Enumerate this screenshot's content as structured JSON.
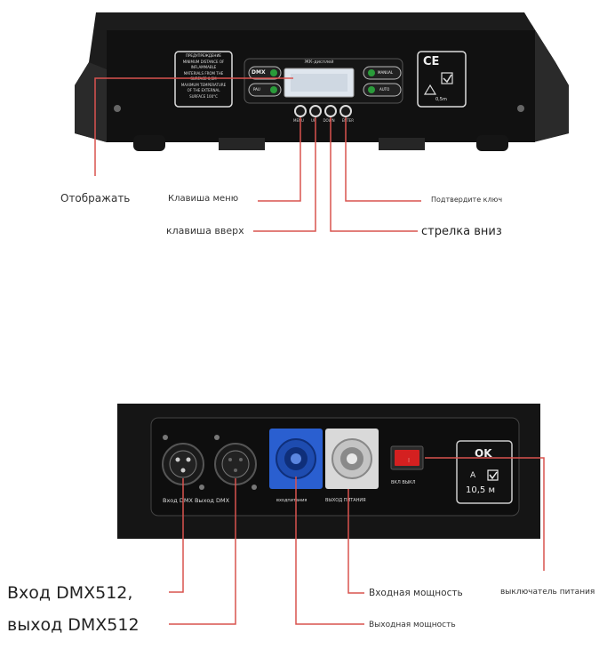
{
  "top_panel": {
    "lcd_caption": "ЖК-дисплей",
    "warning_lines": [
      "ПРЕДУПРЕЖДЕНИЕ",
      "MINIMUM DISTANCE OF",
      "INFLAMMABLE",
      "MATERIALS FROM THE",
      "SURFACE 0,5M",
      "MAXIMUM TEMPERATURE",
      "OF THE EXTERNAL",
      "SURFACE 100°C"
    ],
    "btn_dmx": "DMX",
    "btn_pau": "PAU",
    "btn_manual": "MANUAL",
    "btn_auto": "AUTO",
    "key_labels": [
      "MENU",
      "UP",
      "DOWN",
      "ENTER"
    ],
    "ce_mark": "CE",
    "distance": "0,5m"
  },
  "top_labels": {
    "display": "Отображать",
    "menu_key": "Клавиша меню",
    "up_key": "клавиша вверх",
    "confirm_key": "Подтвердите ключ",
    "down_arrow": "стрелка вниз"
  },
  "bottom_panel": {
    "dmx_caption": "Вход DMX Выход DMX",
    "power_in_caption": "входпитания",
    "power_out_caption": "ВЫХОД ПИТАНИЯ",
    "switch_caption": "ВКЛ ВЫКЛ",
    "ok_text": "OK",
    "a_text": "A",
    "dist_text": "10,5 м"
  },
  "bottom_labels": {
    "dmx_line1": "Вход DMX512,",
    "dmx_line2": "выход DMX512",
    "power_input": "Входная мощность",
    "power_output": "Выходная мощность",
    "power_switch": "выключатель питания"
  },
  "colors": {
    "leader": "#d9534f",
    "device_body": "#1c1c1c",
    "power_in": "#2a5fd0",
    "power_out": "#d9d9d9",
    "switch": "#d42020"
  }
}
